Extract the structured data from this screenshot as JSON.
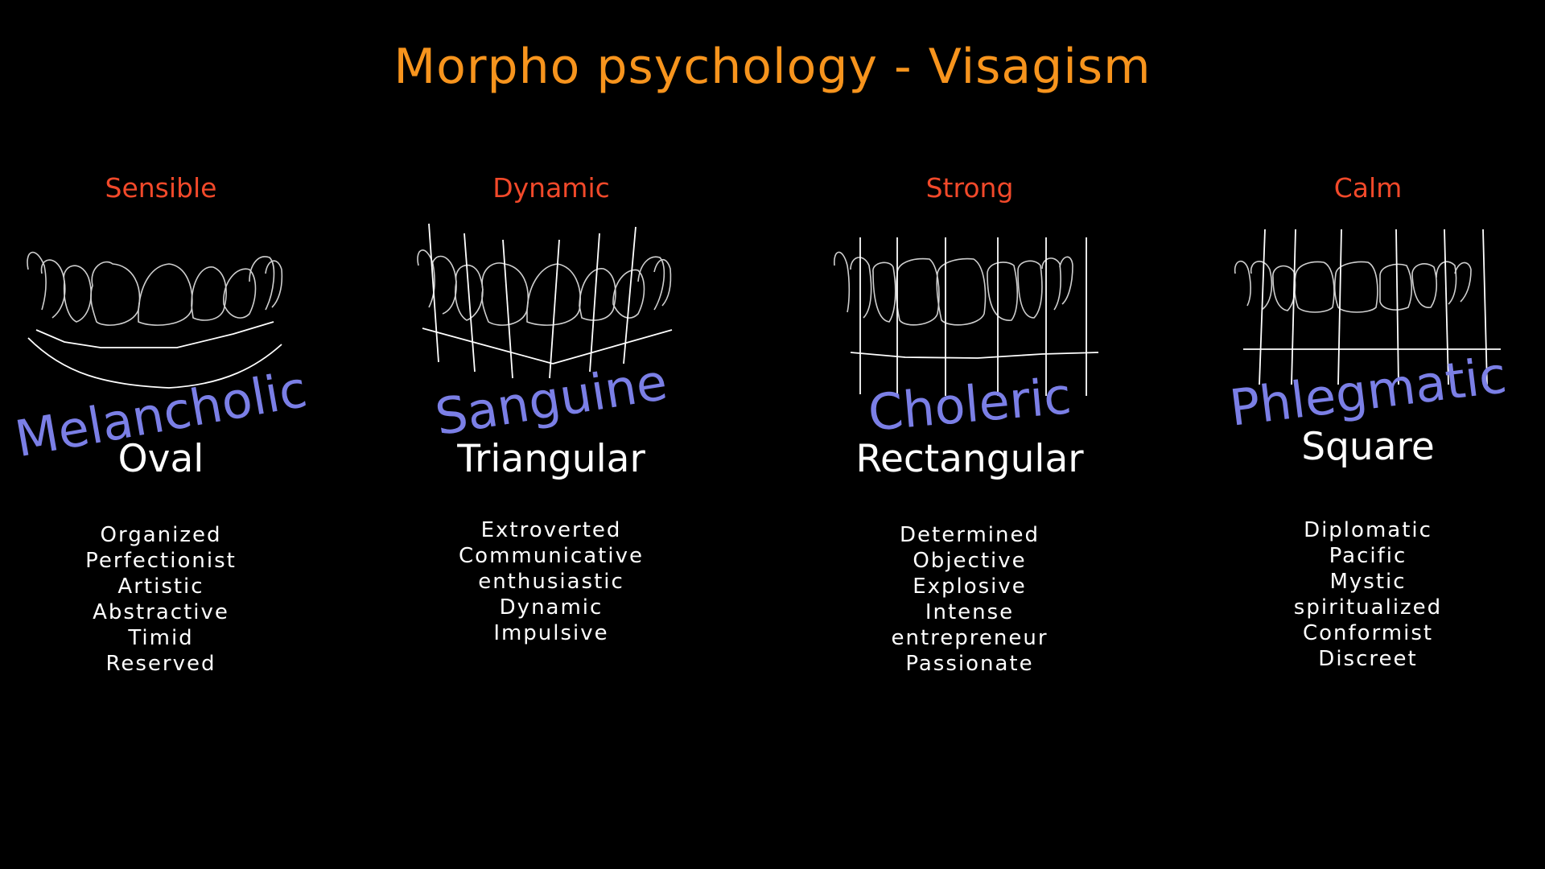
{
  "title": "Morpho psychology - Visagism",
  "columns": [
    {
      "trait": "Sensible",
      "temperament": "Melancholic",
      "shape": "Oval",
      "traits": [
        "Organized",
        "Perfectionist",
        "Artistic",
        "Abstractive",
        "Timid",
        "Reserved"
      ]
    },
    {
      "trait": "Dynamic",
      "temperament": "Sanguine",
      "shape": "Triangular",
      "traits": [
        "Extroverted",
        "Communicative",
        "enthusiastic",
        "Dynamic",
        "Impulsive"
      ]
    },
    {
      "trait": "Strong",
      "temperament": "Choleric",
      "shape": "Rectangular",
      "traits": [
        "Determined",
        "Objective",
        "Explosive",
        "Intense",
        "entrepreneur",
        "Passionate"
      ]
    },
    {
      "trait": "Calm",
      "temperament": "Phlegmatic",
      "shape": "Square",
      "traits": [
        "Diplomatic",
        "Pacific",
        "Mystic",
        "spiritualized",
        "Conformist",
        "Discreet"
      ]
    }
  ],
  "colors": {
    "title": "#f7941d",
    "trait_heading": "#f2492a",
    "temperament": "#7b7fe6",
    "text": "#ffffff",
    "background": "#000000"
  }
}
